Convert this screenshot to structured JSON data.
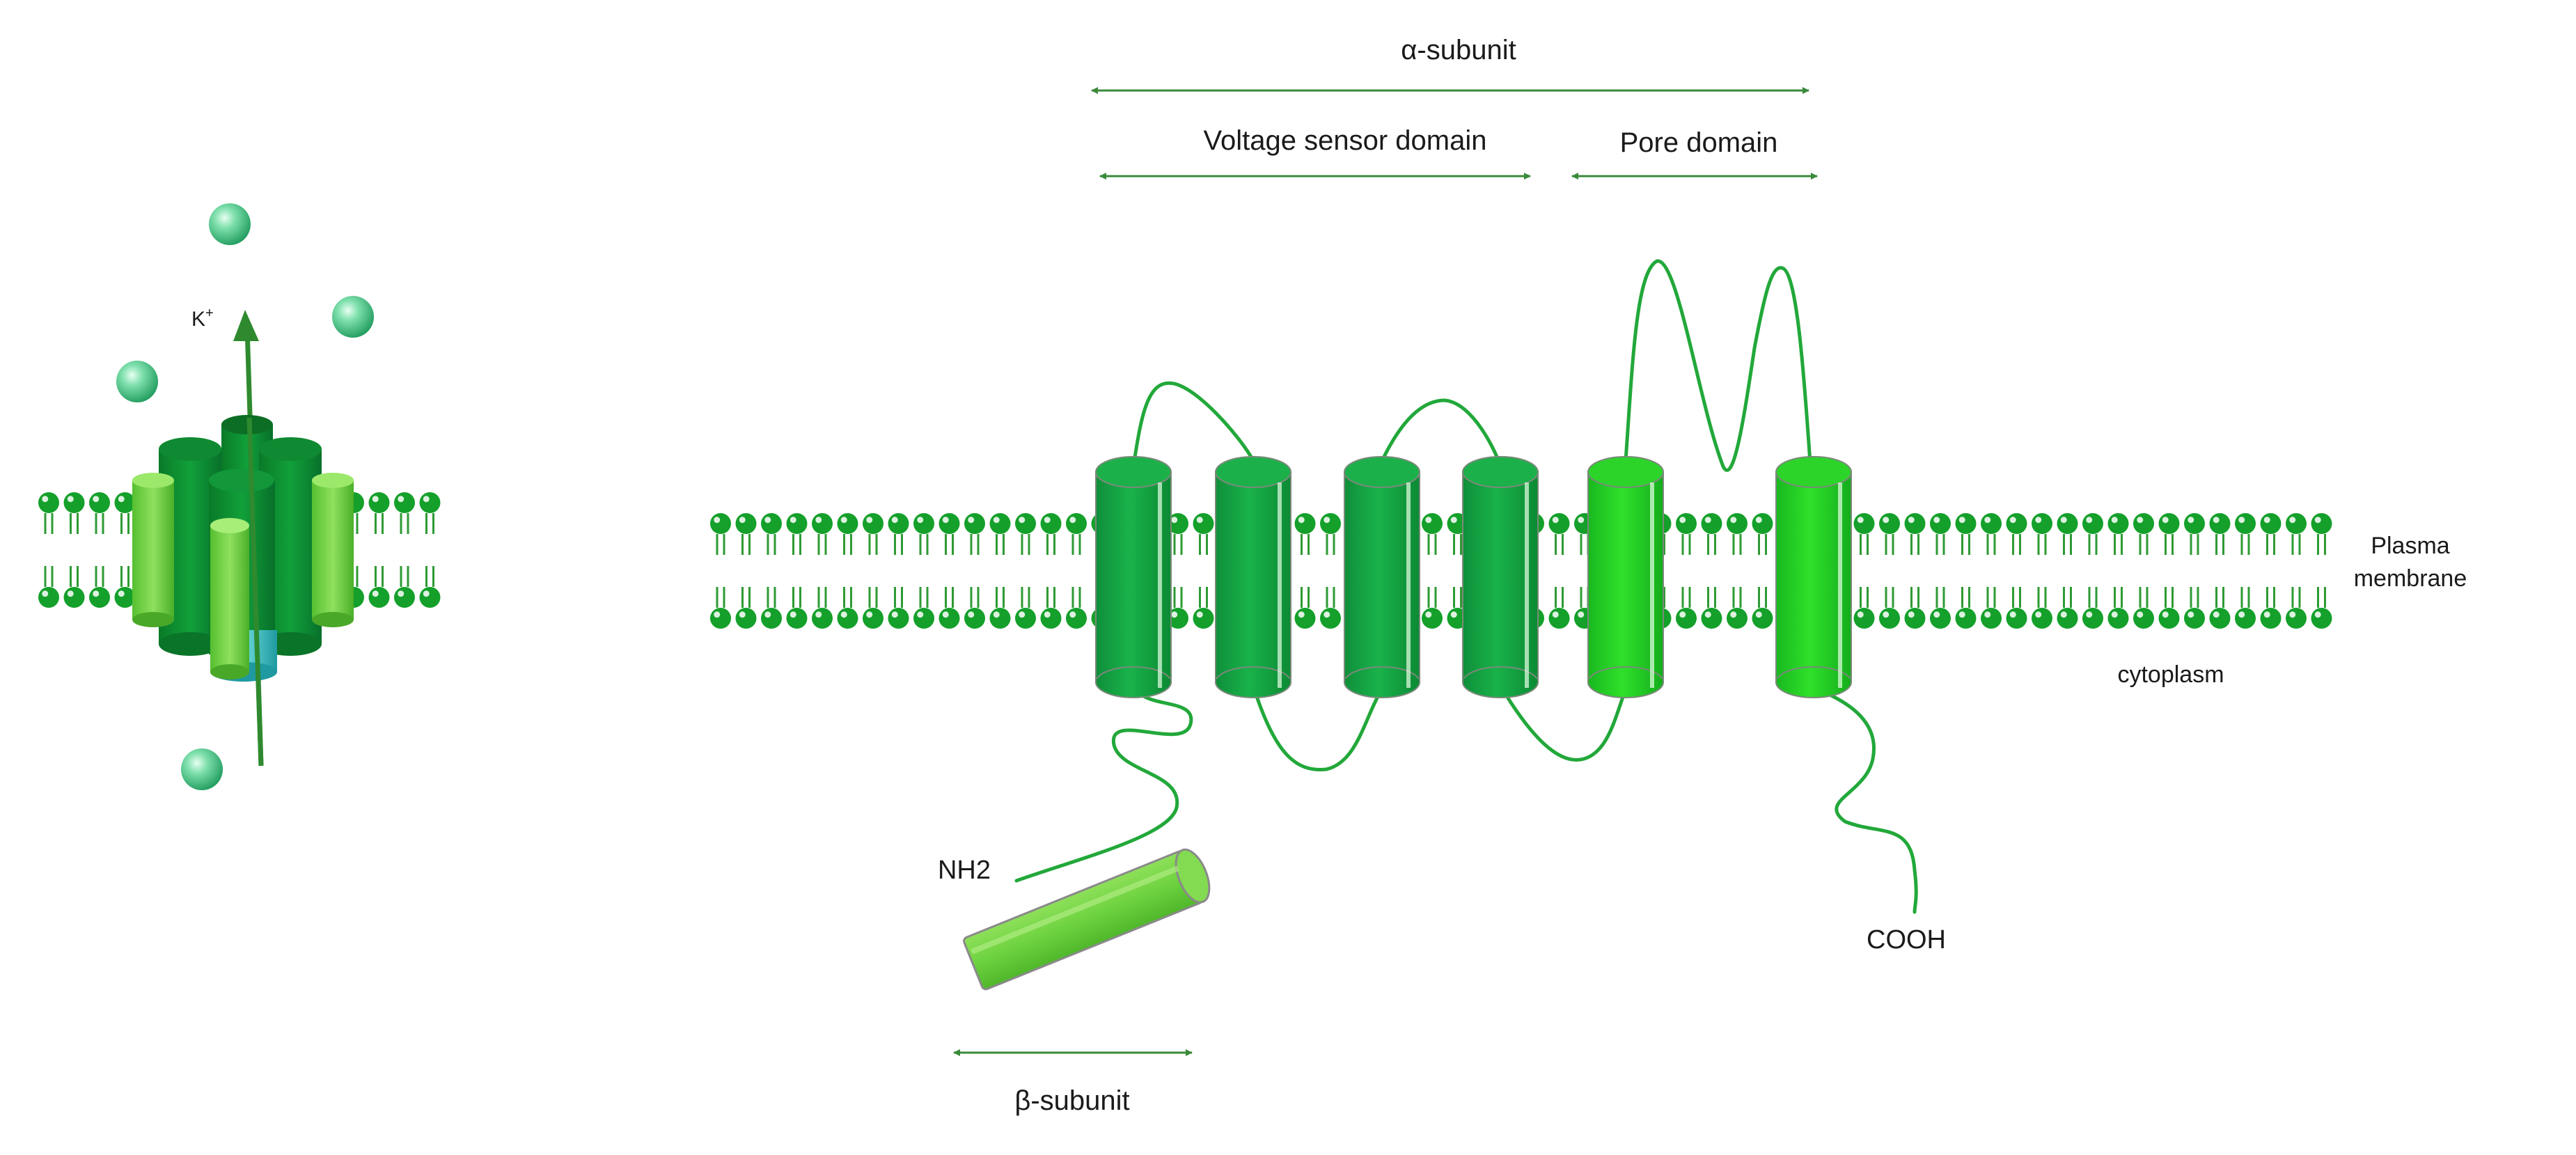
{
  "labels": {
    "alpha_subunit": "α-subunit",
    "voltage_sensor_domain": "Voltage sensor domain",
    "pore_domain": "Pore domain",
    "beta_subunit": "β-subunit",
    "plasma_membrane_line1": "Plasma",
    "plasma_membrane_line2": "membrane",
    "cytoplasm": "cytoplasm",
    "nh2": "NH2",
    "cooh": "COOH",
    "ion": "K",
    "ion_charge": "+"
  },
  "colors": {
    "membrane_head": "#14a02a",
    "arrow_line": "#3a8a3a",
    "loop": "#22a83a",
    "vsd_helix": "#12a040",
    "pore_helix": "#1cc81c",
    "beta_helix": "#6dd23f",
    "ion_sphere": "#2fb870",
    "channel_dark": "#0e8a2e",
    "channel_light": "#6ccf3c"
  }
}
